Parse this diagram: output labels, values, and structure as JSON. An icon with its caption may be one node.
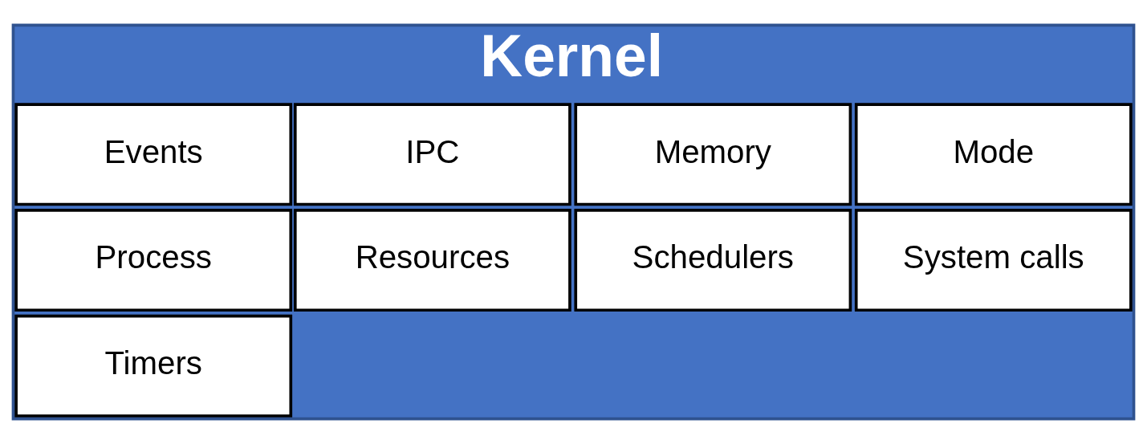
{
  "diagram": {
    "nodes": [
      {
        "text": [
          "Kernel"
        ]
      },
      {
        "text": [
          "Events"
        ],
        "in": 0
      },
      {
        "text": [
          "IPC"
        ],
        "in": 0
      },
      {
        "text": [
          "Memory"
        ],
        "in": 0
      },
      {
        "text": [
          "Mode"
        ],
        "in": 0
      },
      {
        "text": [
          "Process"
        ],
        "in": 0
      },
      {
        "text": [
          "Resources"
        ],
        "in": 0
      },
      {
        "text": [
          "Schedulers"
        ],
        "in": 0
      },
      {
        "text": [
          "System calls"
        ],
        "in": 0
      },
      {
        "text": [
          "Timers"
        ],
        "in": 0
      }
    ]
  }
}
